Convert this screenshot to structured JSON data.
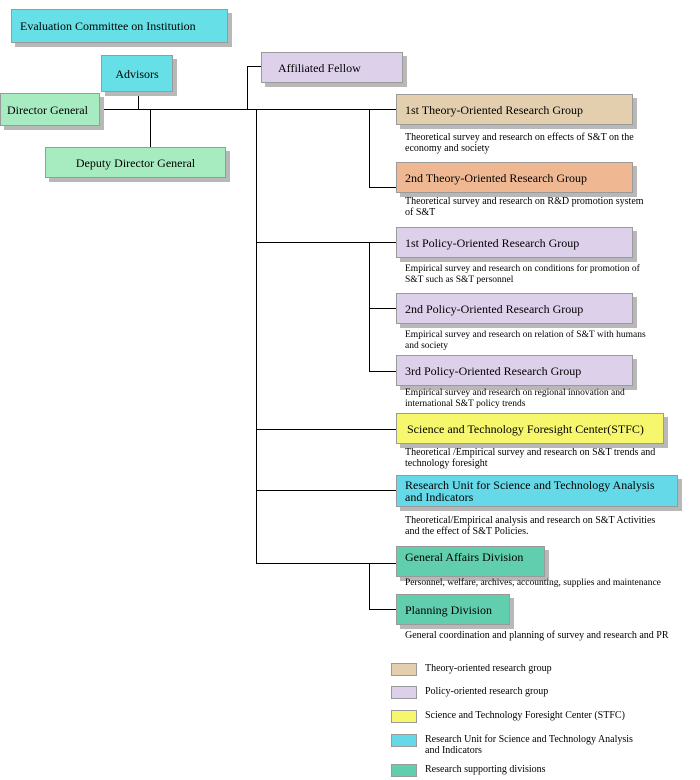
{
  "colors": {
    "committee": "#66e0e6",
    "advisors": "#66e0e6",
    "director": "#a6ecc0",
    "deputy": "#a6ecc0",
    "fellow": "#ddd0ea",
    "theory": "#e3cfae",
    "theory2": "#efb893",
    "policy": "#ddd0ea",
    "stfc": "#f7f76e",
    "unit": "#66d9e8",
    "support": "#61cfae"
  },
  "top": {
    "committee": "Evaluation Committee on Institution",
    "advisors": "Advisors",
    "director_general": "Director General",
    "deputy_director_general": "Deputy Director General",
    "affiliated_fellow": "Affiliated Fellow"
  },
  "units": [
    {
      "name": "1st Theory-Oriented Research Group",
      "desc": [
        "Theoretical survey and research on effects of S&T on the",
        "economy and society"
      ]
    },
    {
      "name": "2nd Theory-Oriented Research Group",
      "desc": [
        "Theoretical survey and research on R&D promotion system",
        "of S&T"
      ]
    },
    {
      "name": "1st Policy-Oriented Research Group",
      "desc": [
        "Empirical survey and research on conditions for promotion of",
        "S&T such as S&T personnel"
      ]
    },
    {
      "name": "2nd Policy-Oriented Research Group",
      "desc": [
        "Empirical survey and research on relation of S&T with humans",
        "and society"
      ]
    },
    {
      "name": "3rd Policy-Oriented Research Group",
      "desc": [
        "Empirical survey and research on regional innovation and",
        "international S&T policy trends"
      ]
    },
    {
      "name": "Science and Technology Foresight Center(STFC)",
      "desc": [
        "Theoretical /Empirical survey and research on S&T trends and",
        "technology foresight"
      ]
    },
    {
      "name": [
        "Research Unit for Science and Technology Analysis",
        "and Indicators"
      ],
      "desc": [
        "Theoretical/Empirical analysis and research on S&T Activities",
        "and the effect of S&T Policies."
      ]
    },
    {
      "name": "General Affairs Division",
      "desc": [
        "Personnel, welfare, archives, accounting, supplies and maintenance"
      ]
    },
    {
      "name": "Planning Division",
      "desc": [
        "General coordination and planning of survey and research and PR"
      ]
    }
  ],
  "legend": [
    {
      "label": [
        "Theory-oriented research group"
      ]
    },
    {
      "label": [
        "Policy-oriented research group"
      ]
    },
    {
      "label": [
        "Science and Technology Foresight Center (STFC)"
      ]
    },
    {
      "label": [
        "Research Unit for Science and Technology Analysis",
        "and Indicators"
      ]
    },
    {
      "label": [
        "Research supporting divisions"
      ]
    }
  ]
}
